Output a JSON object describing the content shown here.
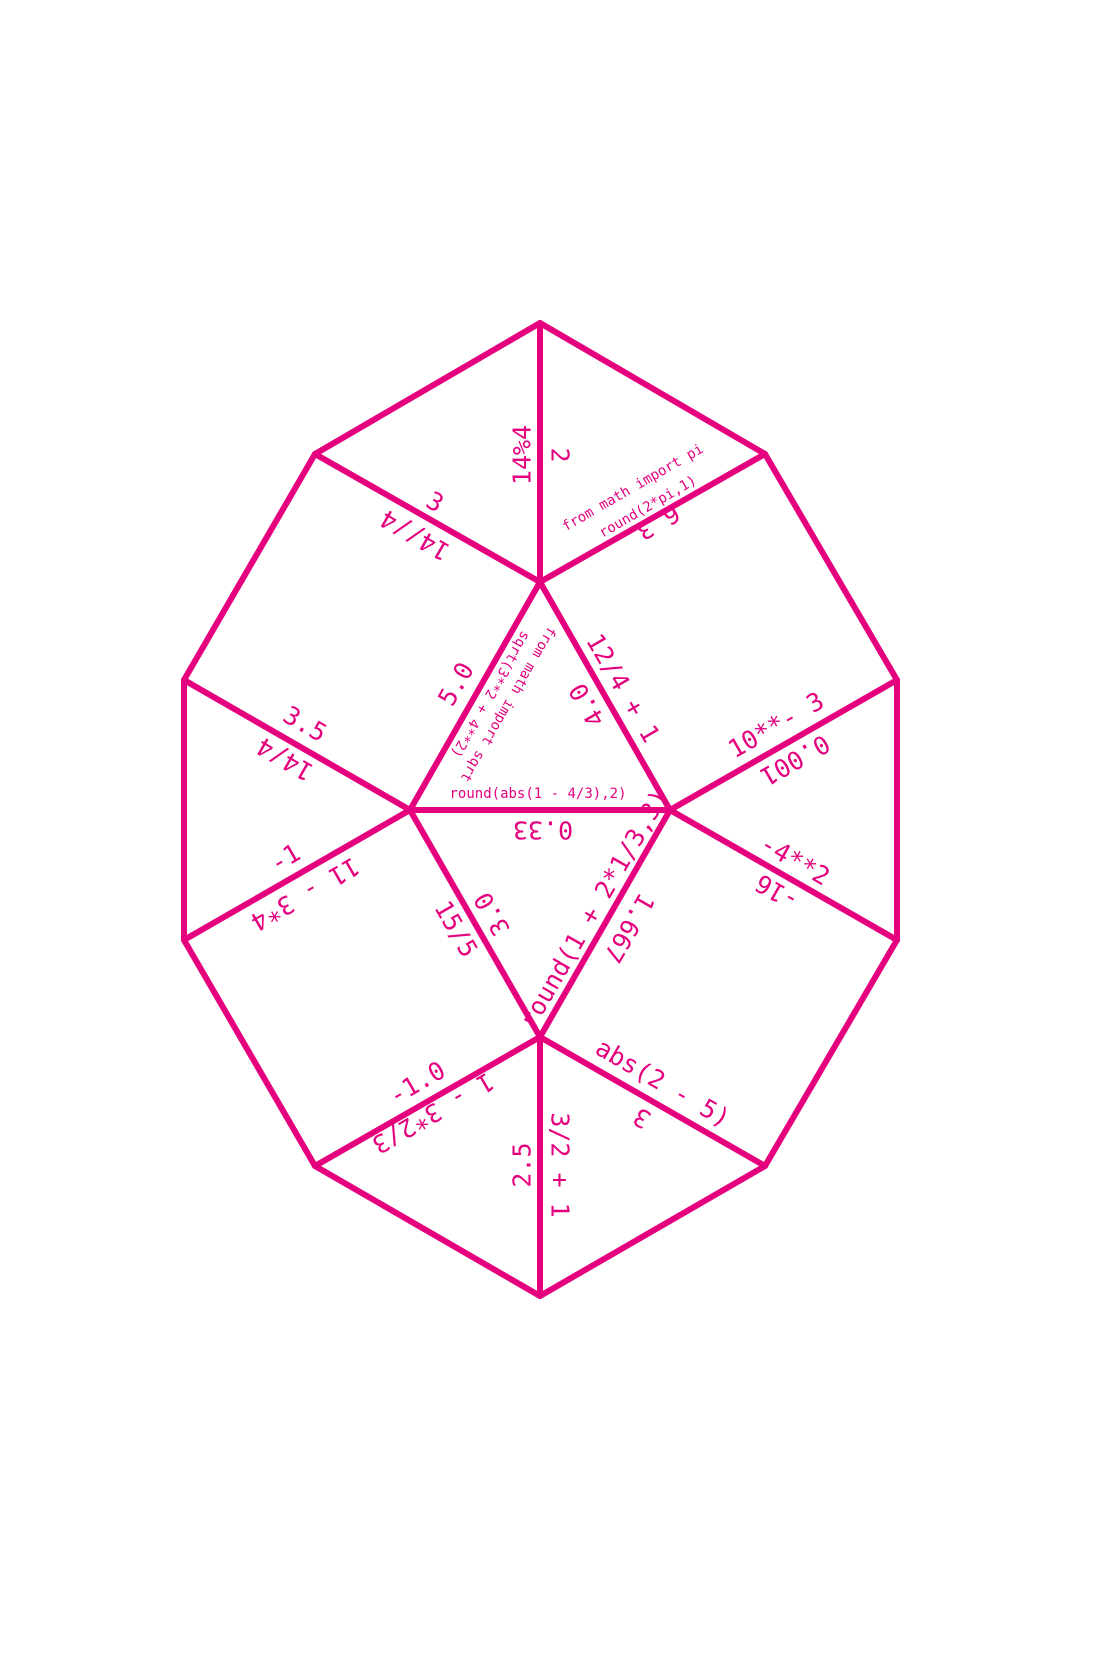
{
  "puzzle": {
    "color": "#e5007e",
    "shape": "tarsia triangle domino puzzle",
    "outer_edges": {
      "top_left": {
        "a": "3",
        "b": "14//4"
      },
      "top_right": {
        "a": "6.3",
        "b": [
          "from math import pi",
          "round(2*pi,1)"
        ]
      },
      "left_upper": {
        "a": "3.5",
        "b": "14/4"
      },
      "left_lower": {
        "a": "-1",
        "b": "11 - 3*4"
      },
      "right_upper": {
        "a": "10**- 3",
        "b": "0.001"
      },
      "right_lower": {
        "a": "-4**2",
        "b": "-16"
      },
      "bottom_left": {
        "a": "-1.0",
        "b": "1 - 3*2/3"
      },
      "bottom_right": {
        "a": "abs(2 - 5)",
        "b": "3"
      }
    },
    "spokes": {
      "top": {
        "a": "14%4",
        "b": "2"
      },
      "bottom": {
        "a": "2.5",
        "b": "3/2 + 1"
      }
    },
    "inner": {
      "upper_left": {
        "a": "5.0",
        "b": [
          "from math import sqrt",
          "sqrt(3**2 + 4**2)"
        ]
      },
      "upper_right": {
        "a": "12/4 + 1",
        "b": "4.0"
      },
      "middle": {
        "a": "round(abs(1 - 4/3),2)",
        "b": "0.33"
      },
      "lower_left": {
        "a": "15/5",
        "b": "3.0"
      },
      "lower_right": {
        "a": "round(1 + 2*1/3,3)",
        "b": "1.667"
      }
    }
  }
}
